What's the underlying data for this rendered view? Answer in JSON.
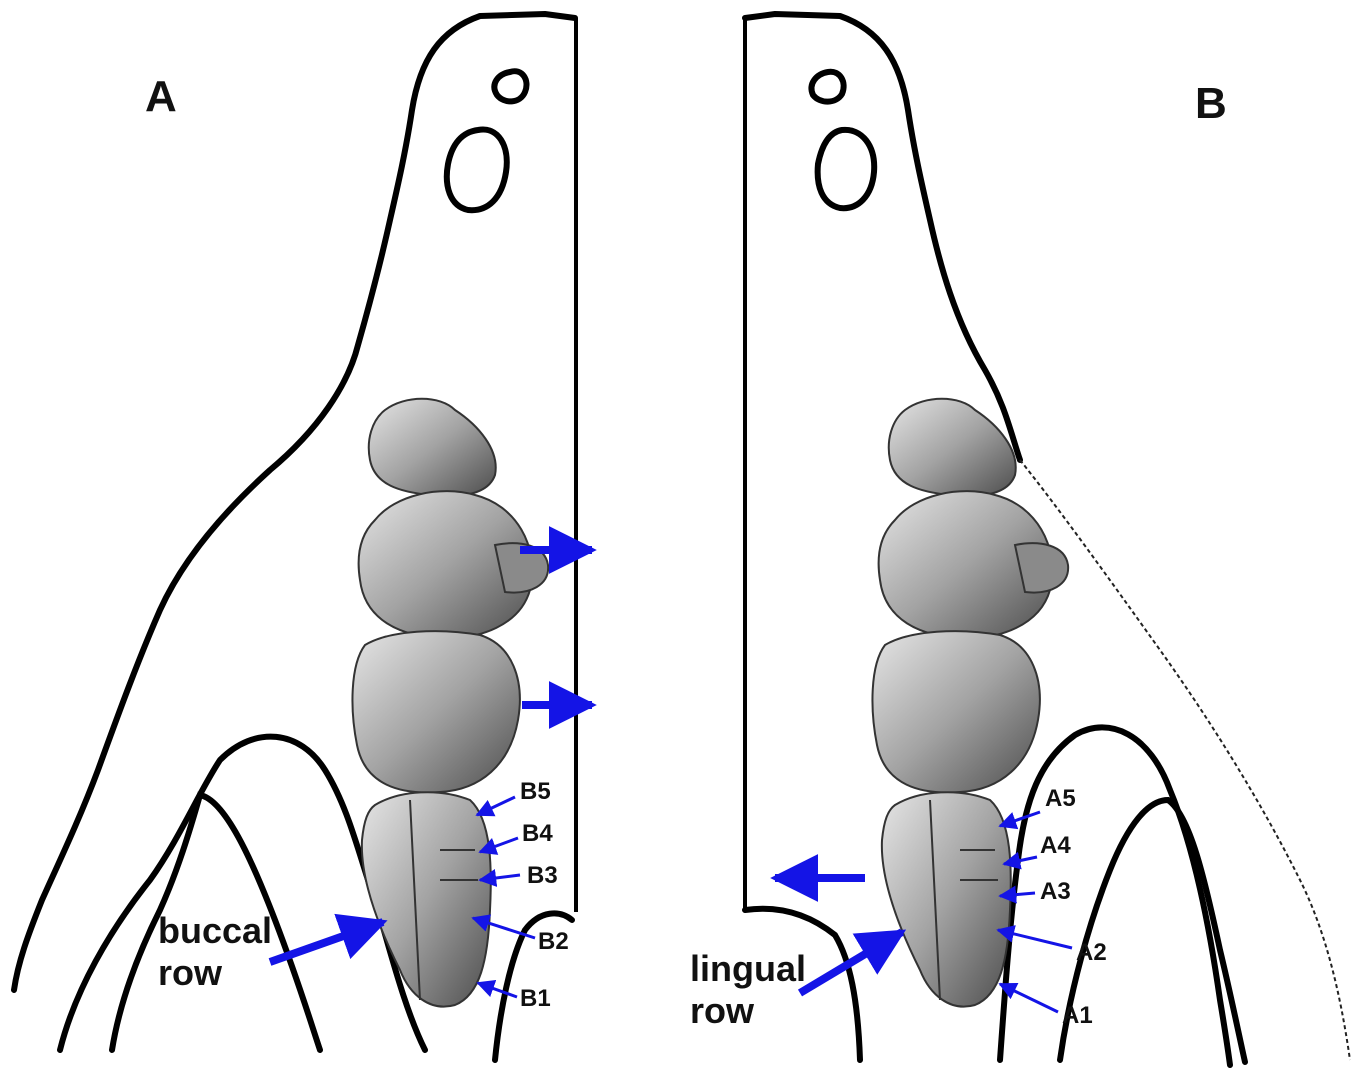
{
  "panels": [
    {
      "letter": "A",
      "row_label_line1": "buccal",
      "row_label_line2": "row",
      "cusps": [
        "B5",
        "B4",
        "B3",
        "B2",
        "B1"
      ]
    },
    {
      "letter": "B",
      "row_label_line1": "lingual",
      "row_label_line2": "row",
      "cusps": [
        "A5",
        "A4",
        "A3",
        "A2",
        "A1"
      ]
    }
  ],
  "colors": {
    "outline": "#000000",
    "arrow": "#1414e6",
    "tooth_fill": "#a3a3a3",
    "tooth_shadow": "#4d4d4d",
    "tooth_highlight": "#e6e6e6"
  },
  "icons": {
    "tooth_crown": "molar-crown-illustration",
    "pointer": "blue-arrow"
  }
}
